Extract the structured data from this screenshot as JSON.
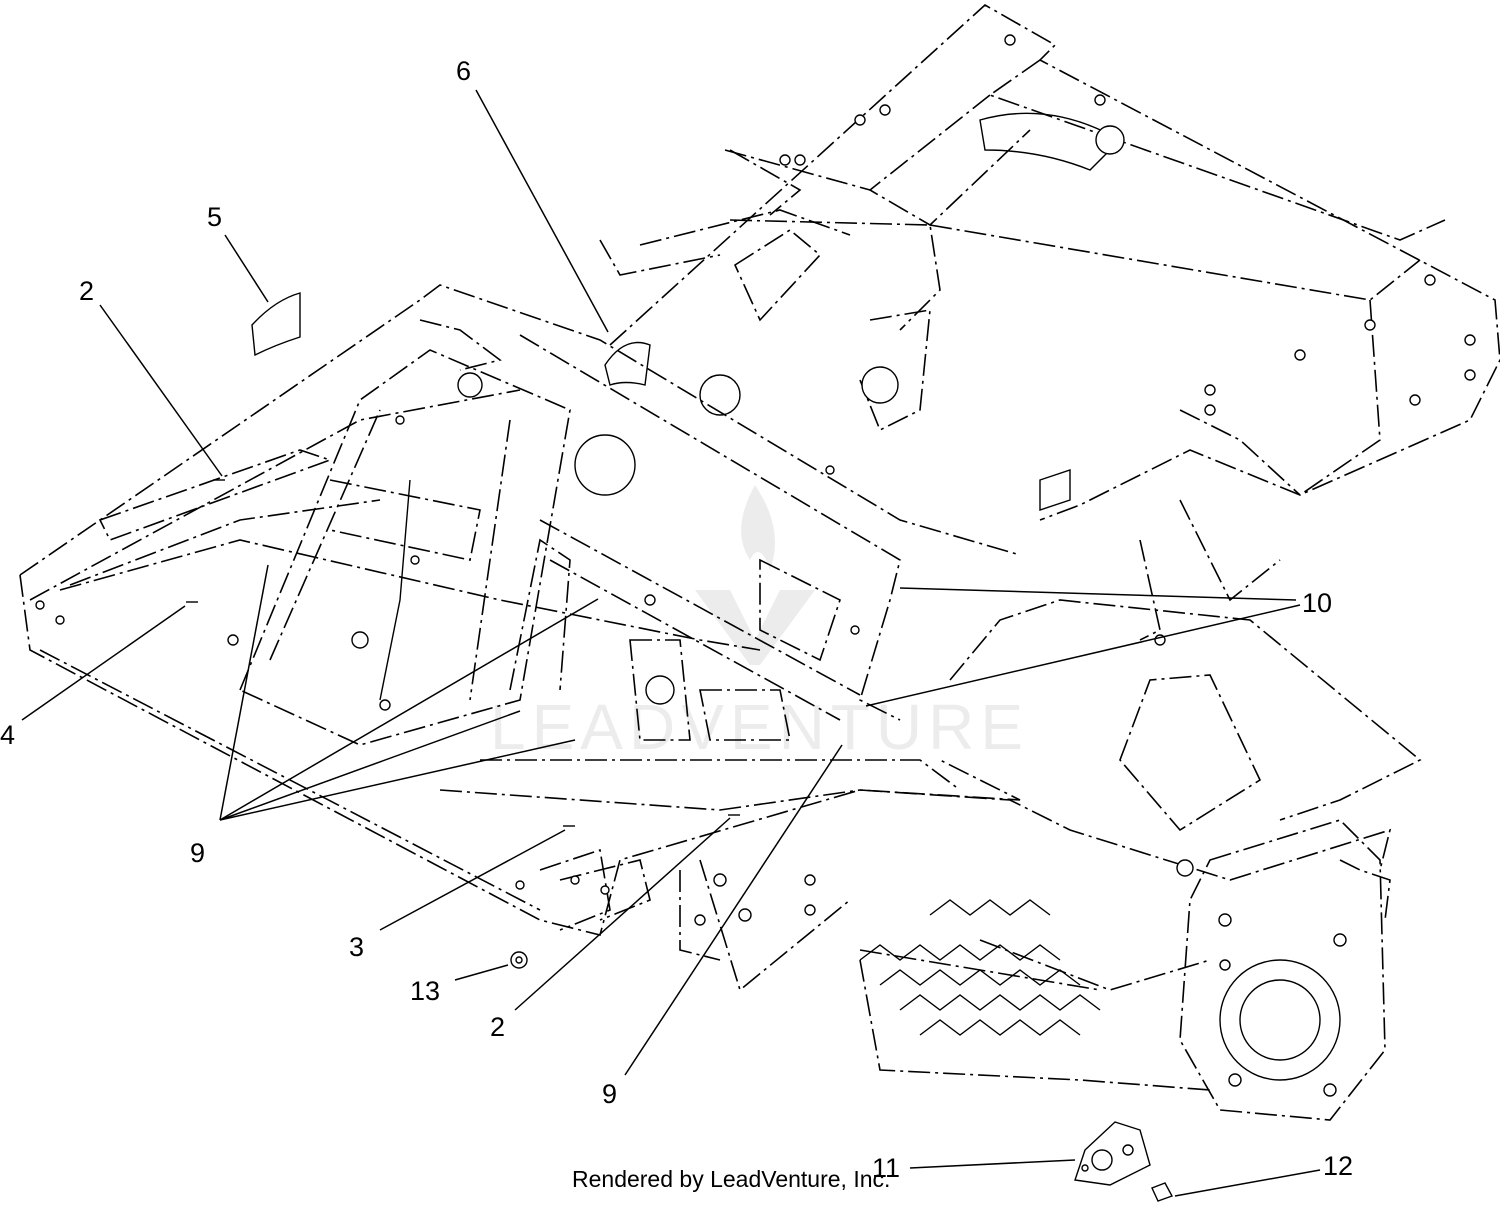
{
  "callouts": [
    {
      "id": "c6",
      "label": "6"
    },
    {
      "id": "c5",
      "label": "5"
    },
    {
      "id": "c2a",
      "label": "2"
    },
    {
      "id": "c4",
      "label": "4"
    },
    {
      "id": "c10",
      "label": "10"
    },
    {
      "id": "c9a",
      "label": "9"
    },
    {
      "id": "c3",
      "label": "3"
    },
    {
      "id": "c13",
      "label": "13"
    },
    {
      "id": "c2b",
      "label": "2"
    },
    {
      "id": "c9b",
      "label": "9"
    },
    {
      "id": "c11",
      "label": "11"
    },
    {
      "id": "c12",
      "label": "12"
    }
  ],
  "credit": "Rendered by LeadVenture, Inc.",
  "watermark": "LEADVENTURE"
}
